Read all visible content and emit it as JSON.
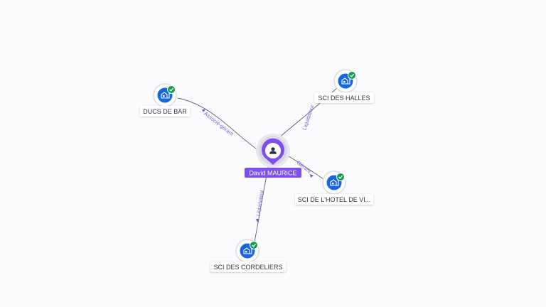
{
  "center": {
    "label": "David MAURICE",
    "icon": "person-icon"
  },
  "companies": [
    {
      "key": "ducs",
      "label": "DUCS DE BAR",
      "icon": "company-building-icon",
      "status_icon": "check-circle-icon"
    },
    {
      "key": "halles",
      "label": "SCI DES HALLES",
      "icon": "company-building-icon",
      "status_icon": "check-circle-icon"
    },
    {
      "key": "hotel",
      "label": "SCI DE L'HOTEL DE VI...",
      "icon": "company-building-icon",
      "status_icon": "check-circle-icon"
    },
    {
      "key": "cordeliers",
      "label": "SCI DES CORDELIERS",
      "icon": "company-building-icon",
      "status_icon": "check-circle-icon"
    }
  ],
  "edges": [
    {
      "from": "ducs",
      "label": "Associé-gérant"
    },
    {
      "from": "halles",
      "label": "Liquidateur"
    },
    {
      "from": "hotel",
      "label": "Gérant"
    },
    {
      "from": "cordeliers",
      "label": "Liquidateur"
    }
  ],
  "colors": {
    "center": "#7b4ff0",
    "company": "#1566e0",
    "status": "#169a4a",
    "edge_label": "#7b63d9",
    "edge": "#5e5e6a"
  }
}
